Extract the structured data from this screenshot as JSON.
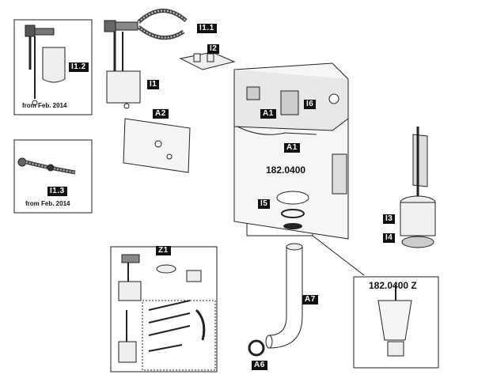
{
  "labels": {
    "i11": "I1.1",
    "i12": "I1.2",
    "i13": "I1.3",
    "i1": "I1",
    "i2": "I2",
    "i3": "I3",
    "i4": "I4",
    "i5": "I5",
    "i6": "I6",
    "a1_top": "A1",
    "a1_mid": "A1",
    "a2": "A2",
    "a6": "A6",
    "a7": "A7",
    "z1": "Z1"
  },
  "captions": {
    "feb_top": "from Feb. 2014",
    "feb_bottom": "from Feb. 2014"
  },
  "codes": {
    "upper": "182.0400",
    "lower": "182.0400 Z"
  }
}
